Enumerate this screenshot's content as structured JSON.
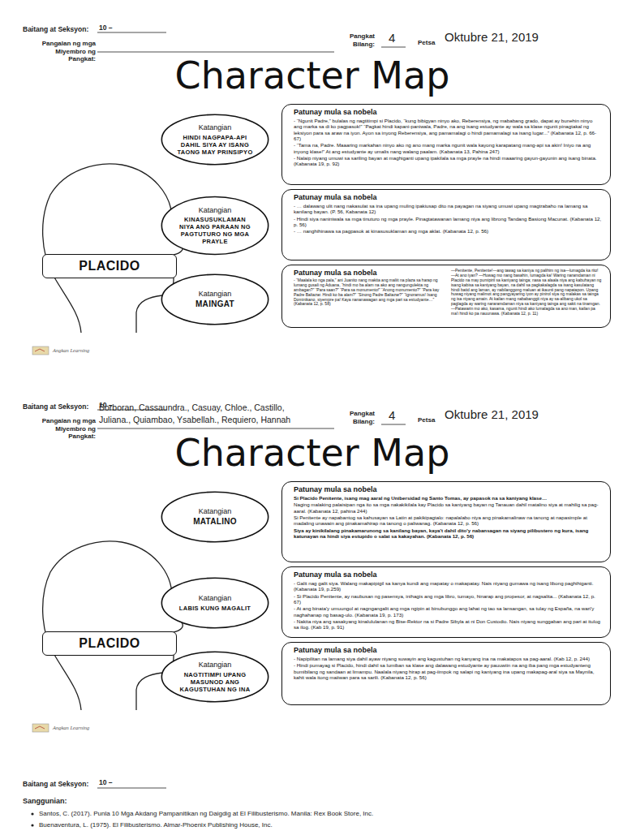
{
  "diagram": {
    "nodes": [
      {
        "text": [
          "PLACIDO"
        ]
      },
      {
        "text": [
          "Katangian",
          "HINDI NAGPAPA-API DAHIL SIYA AY ISANG TAONG MAY PRINSIPYO"
        ]
      },
      {
        "text": [
          "Patunay mula sa nobela",
          "- “Ngunit Padre,” bulalas ng nagtitimpi si Placido, “kung bibigyan ninyo ako, Reberensiya, ng mababang grado, dapat ay bunehin ninyo ang marka sa di ko pagpasok!” “Pagkat hindi kapani-paniwala, Padre, na ang isang estudyante ay wala sa klase ngunit pinagtakal ng leksiyon para sa araw na iyon. Ayon sa inyong Reberensiya, ang pamamalagi o hindi pamamalagi sa isang lugar...” (Kabanata 12, p. 66-67)",
          "- “Tama na, Padre. Maaaring markahan ninyo ako ng ano mang marka ngunit wala kayong karapatang mang-api sa akin! Iniyo na ang inyong klase!” At ang estudyante ay umalis nang walang paalam. (Kabanata 13, Pahina 247)",
          "- Nalaip niyang umuwi sa sariling bayan at maghiganti upang ipakilala sa mga prayle na hindi maaaring gayun-gayunin ang isang binata. (Kabanata 19, p. 92)"
        ]
      },
      {
        "text": [
          "Katangian",
          "KINASUSUKLAMAN NIYA ANG PARAAN NG PAGTUTURO NG MGA PRAYLE"
        ]
      },
      {
        "text": [
          "Patunay mula sa nobela",
          "- … dalawang ulit nang nakasulat sa ina upang muling ipakiusap dito na payagan na siyang umuwi upang magtrabaho na lamang sa kanilang bayan. (P. 56, Kabanata 12)",
          "- Hindi siya naniniwala sa mga tinuturo ng mga prayle. Pinagtatawanan lamang niya ang librong Tandang Basiong Macunat. (Kabanata 12, p. 56)",
          "- … nanghihinawa sa pagpasok at kinasusuklaman ang mga aklat. (Kabanata 12, p. 56)"
        ]
      },
      {
        "text": [
          "Katangian",
          "MAINGAT"
        ]
      },
      {
        "text": [
          "Patunay mula sa nobela",
          "- “Maalala ko nga pala,” ani Juanito nang makita ang maliit na plaza sa harap ng lumang gusali ng Aduana, “hindi mo ba alam na ako ang nangungulekta ng ambagan?” “Para saan?” “Para sa monumento!” “Anong monumento?” “Para kay Padre Baltazar. Hindi ko ba alam?” “Sinong Padre Baltazar?” “Ignoramus! Isang Dominikano, siyempre pa! Kaya nananawagan ang mga pari sa estudyante…” (Kabanata 12, p. 58)",
          "—Penitente, Penitente!—ang tawag sa kaniya ng palihim ng isa—lumagda ka rito! —At ano iyan? —Huwag mo nang basahin, lumagda ka! Waring naramdaman ni Placido na may pumipiril sa kaniyang tainga; nasa sa alaala niya ang kabuhayan ng isang kabisa sa kaniyang bayan, na dahil sa pagkakalagda sa isang kasulatang hindi batid ang laman, ay nabilanggong maluan at ikaunti pang napatapon. Upang huwag niyang malimot ang pangyayaring iyon ay pinirol siya ng malakas sa tainga ng isa niyang amain. At kailan mang nababanggit niya ay sa-alibang ukol sa paglagda ay waring nararamdaman niya sa kaniyang tainga ang sakit na tinamgan. —Patawarin mo ako, kasama, ngunit hindi ako lumalagda sa ano man, kailan pa ma'i hindi ko pa nauunawa. (Kabanata 12, p. 11)"
        ]
      },
      {
        "text": [
          "PLACIDO"
        ]
      },
      {
        "text": [
          "Katangian",
          "MATALINO"
        ]
      },
      {
        "text": [
          "Patunay mula sa nobela",
          "Si Placido Penitente, isang mag aaral ng Unibersidad ng Santo Tomas, ay papasok na sa kaniyang klase…",
          "Naging malaking palaisipan nga ito sa mga nakakikilala kay Placido sa kaniyang bayan ng Tanauan dahil matalino siya at mahilig sa pag-aaral. (Kabanata 12, pahina 244)",
          "Si Penitente ay napabantog sa kahusayan sa Latin at pakikipagtalo: napalalabo niya ang pinakamalinaw na tanong at napasimple at madaling unawain ang pinakamahirap na tanong o paliwanag. (Kabanata 12, p. 56)",
          "Siya ay kinikilalang pinakamarunong sa kanilang bayan, kaya't dahil dito'y nabansagan na siyang pilibustero ng kura, isang katunayan na hindi siya estupido o salat sa kakayahan. (Kabanata 12, p. 56)"
        ]
      },
      {
        "text": [
          "Katangian",
          "LABIS KUNG MAGALIT"
        ]
      },
      {
        "text": [
          "Patunay mula sa nobela",
          "- Galit nag galit siya. Walang makapipigil sa kanya kundi ang mapatay o makapatay. Nais niyang gumawa ng isang libong paghihiganti. (Kabanata 19, p.259)",
          "- Si Placido Penitente, ay naubusan ng pasensya, inihagis ang mga libro, tumayo, hinarap ang propesor, at nagsalita... (Kabanata 12, p. 67)",
          "- At ang binata'y umuungol at nagngangalit ang mga ngipin at binubunggo ang lahat ng tao sa lansangan, sa tulay ng España, na wari'y naghahanap ng basag-ulo. (Kabanata 19, p. 173)",
          "- Nakita niya ang sasakyang kinalululanan ng Bise-Rektor na si Padre Sibyla at ni Don Custodio. Nais niyang sunggaban ang pari at itulog sa ilog. (Kab 19, p. 91)"
        ]
      },
      {
        "text": [
          "Katangian",
          "NAGTITIMPI UPANG MASUNOD ANG KAGUSTUHAN NG INA"
        ]
      },
      {
        "text": [
          "Patunay mula sa nobela",
          "- Napipilitan na lamang siya dahil ayaw niyang suwayin ang kagustuhan ng kanyang ina na makatapos sa pag-aaral. (Kab 12, p. 244)",
          "- Hindi pumayag si Placido, hindi dahil sa lumiban sa klase ang dalawang estudyante ay pauuwiin na ang iba pang mga estudyanteng bumibilang ng sandaan at limampu. Naalala niyang hirap at pag-iimpok ng salapi ng kaniyang ina upang makapag-aral siya sa Maynila, kahit wala itong maiiwan para sa sarili. (Kabanata 12, p. 56)"
        ]
      }
    ],
    "labels": [
      "Baitang at Seksyon:",
      "10 –",
      "Pangalan ng mga Miyembro ng Pangkat:",
      "Pangkat Bilang:",
      "4",
      "Petsa",
      "Oktubre 21, 2019",
      "Character Map",
      "Angkan Learning",
      "Baitang at Seksyon:",
      "10 –",
      "Pangalan ng mga Miyembro ng Pangkat:",
      "Borboran, Cassaundra., Casuay, Chloe., Castillo, Juliana., Quiambao, Ysabellah., Requiero, Hannah",
      "Pangkat Bilang:",
      "4",
      "Petsa",
      "Oktubre 21, 2019",
      "Character Map",
      "Angkan Learning",
      "Baitang at Seksyon:",
      "10 –",
      "Sanggunian:",
      "Santos, C. (2017). Punla 10 Mga Akdang Pampanitikan ng Daigdig at El Filibusterismo. Manila: Rex Book Store, Inc.",
      "Buenaventura, L. (1975). El Filibusterismo. Almar-Phoenix Publishing House, Inc."
    ]
  }
}
